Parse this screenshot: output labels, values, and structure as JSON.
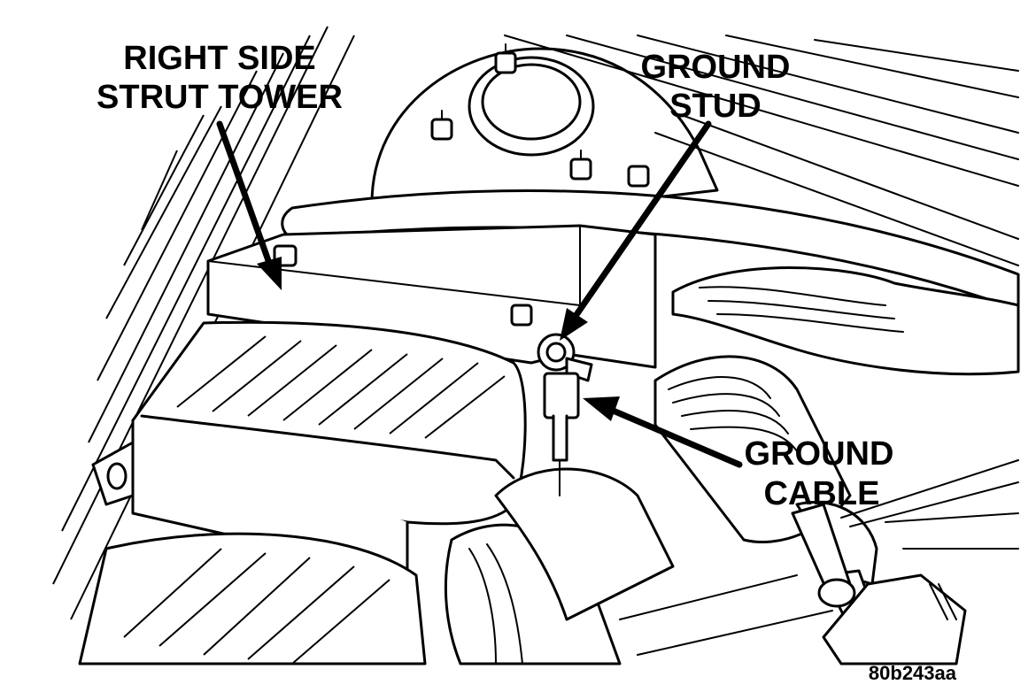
{
  "labels": {
    "strut_tower": [
      "RIGHT SIDE",
      "STRUT TOWER"
    ],
    "ground_stud": [
      "GROUND",
      "STUD"
    ],
    "ground_cable": [
      "GROUND",
      "CABLE"
    ]
  },
  "figure_id": "80b243aa"
}
